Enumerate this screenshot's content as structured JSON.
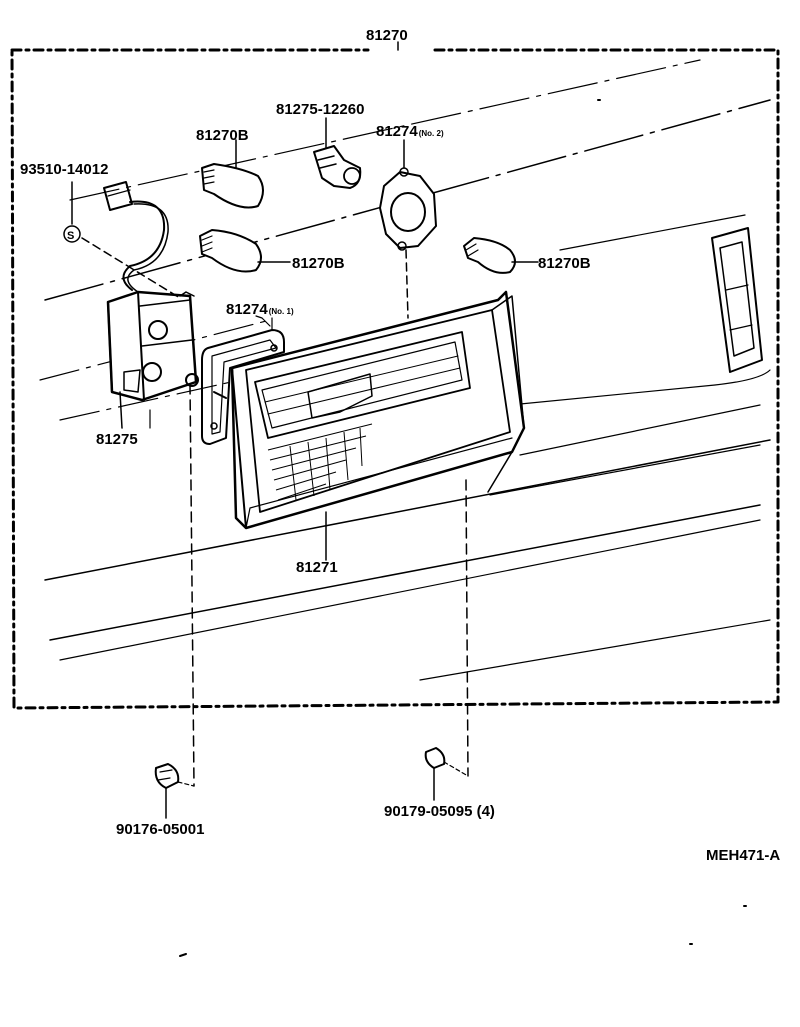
{
  "diagram": {
    "assembly_label": "81270",
    "labels": {
      "socket_part": "81275-12260",
      "bulb_top_left": "81270B",
      "gasket_no2": "81274",
      "gasket_no2_sub": "(No. 2)",
      "wire_part": "93510-14012",
      "screw_symbol": "S",
      "bulb_mid": "81270B",
      "bulb_right": "81270B",
      "gasket_no1": "81274",
      "gasket_no1_sub": "(No. 1)",
      "socket_housing": "81275",
      "lens": "81271",
      "fastener_left": "90176-05001",
      "fastener_right": "90179-05095 (4)",
      "drawing_code": "MEH471-A"
    },
    "colors": {
      "ink": "#000000",
      "paper": "#ffffff"
    }
  }
}
